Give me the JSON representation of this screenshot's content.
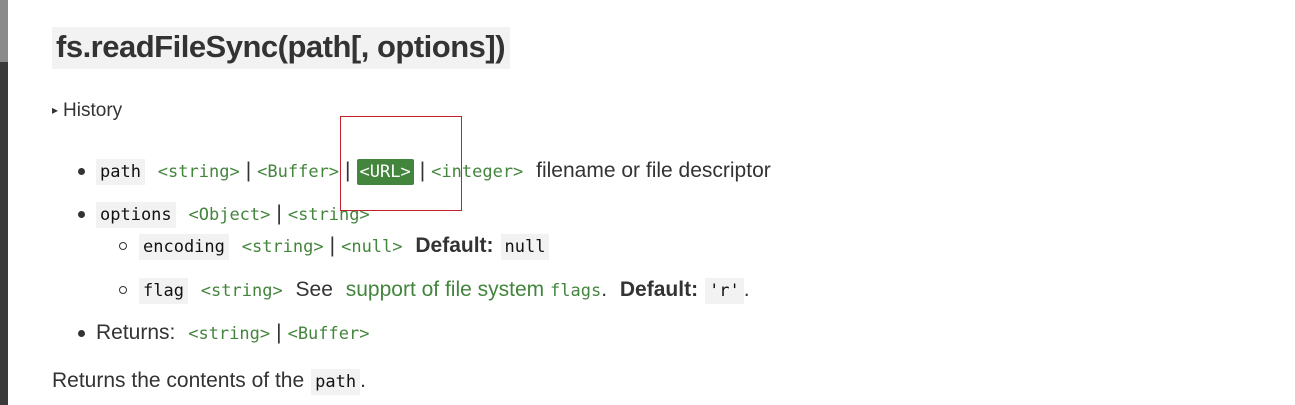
{
  "heading": "fs.readFileSync(path[, options])",
  "history": {
    "arrow": "▸",
    "label": "History"
  },
  "params": {
    "path": {
      "name": "path",
      "types": [
        "<string>",
        "<Buffer>",
        "<URL>",
        "<integer>"
      ],
      "description": "filename or file descriptor"
    },
    "options": {
      "name": "options",
      "types": [
        "<Object>",
        "<string>"
      ],
      "encoding": {
        "name": "encoding",
        "types": [
          "<string>",
          "<null>"
        ],
        "default_label": "Default:",
        "default_value": "null"
      },
      "flag": {
        "name": "flag",
        "type": "<string>",
        "see": "See",
        "link_text": "support of file system",
        "link_code": "flags",
        "period": ".",
        "default_label": "Default:",
        "default_value": "'r'",
        "end": "."
      }
    },
    "returns": {
      "label": "Returns:",
      "types": [
        "<string>",
        "<Buffer>"
      ]
    }
  },
  "summary": {
    "text": "Returns the contents of the",
    "code": "path",
    "end": "."
  },
  "pipe": "|"
}
